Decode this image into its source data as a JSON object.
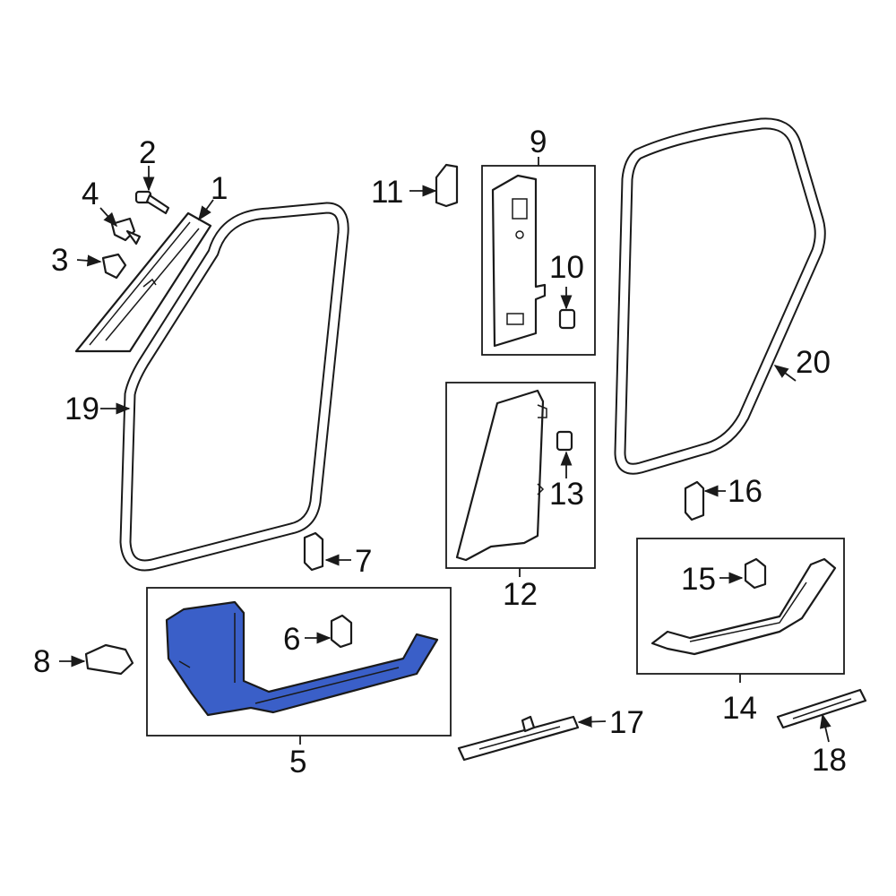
{
  "diagram": {
    "highlight_color": "#3a5fc8",
    "callouts": {
      "c1": "1",
      "c2": "2",
      "c3": "3",
      "c4": "4",
      "c5": "5",
      "c6": "6",
      "c7": "7",
      "c8": "8",
      "c9": "9",
      "c10": "10",
      "c11": "11",
      "c12": "12",
      "c13": "13",
      "c14": "14",
      "c15": "15",
      "c16": "16",
      "c17": "17",
      "c18": "18",
      "c19": "19",
      "c20": "20"
    }
  }
}
